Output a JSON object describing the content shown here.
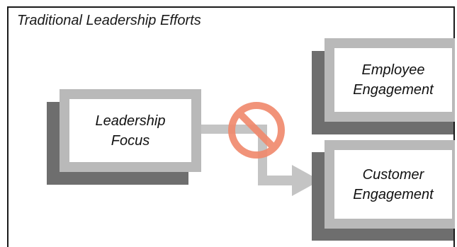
{
  "frame": {
    "title": "Traditional Leadership Efforts"
  },
  "nodes": {
    "leadership_focus": {
      "line1": "Leadership",
      "line2": "Focus"
    },
    "employee_engagement": {
      "line1": "Employee",
      "line2": "Engagement"
    },
    "customer_engagement": {
      "line1": "Customer",
      "line2": "Engagement"
    }
  },
  "symbols": {
    "blocked": "prohibition-sign"
  },
  "colors": {
    "shadow": "#6e6e6e",
    "border": "#b9b9b9",
    "arrow": "#c4c4c4",
    "prohibition": "#f08a6e"
  }
}
